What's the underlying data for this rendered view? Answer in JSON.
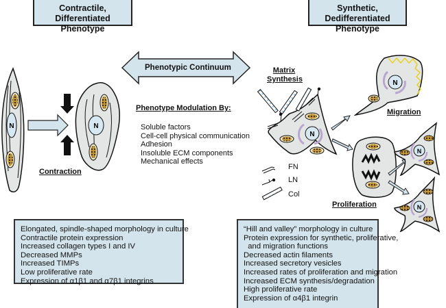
{
  "headers": {
    "left": {
      "line1": "Contractile, Differentiated",
      "line2": "Phenotype"
    },
    "right": {
      "line1": "Synthetic, Dedifferentiated",
      "line2": "Phenotype"
    }
  },
  "continuum_arrow": {
    "label": "Phenotypic Continuum"
  },
  "modulation": {
    "title": "Phenotype Modulation By:",
    "items": [
      "Soluble factors",
      "Cell-cell physical communication",
      "Adhesion",
      "Insoluble ECM components",
      "Mechanical effects"
    ]
  },
  "process_labels": {
    "contraction": "Contraction",
    "matrix_synthesis_line1": "Matrix",
    "matrix_synthesis_line2": "Synthesis",
    "migration": "Migration",
    "proliferation": "Proliferation"
  },
  "legend": [
    {
      "icon": "fibronectin-icon",
      "label": "FN"
    },
    {
      "icon": "laminin-icon",
      "label": "LN"
    },
    {
      "icon": "collagen-icon",
      "label": "Col"
    }
  ],
  "nucleus_label": "N",
  "contractile_features": [
    "Elongated, spindle-shaped morphology in culture",
    "Contractile protein expression",
    "Increased collagen types I and IV",
    "Decreased MMPs",
    "Increased TIMPs",
    "Low proliferative rate",
    "Expression of α1β1 and α7β1 integrins"
  ],
  "synthetic_features": [
    "“Hill and valley” morphology in culture",
    "Protein expression for synthetic, proliferative,",
    "  and migration functions",
    "Decreased actin filaments",
    "Increased secretory vesicles",
    "Increased rates of proliferation and migration",
    "Increased ECM synthesis/degradation",
    "High proliferative rate",
    "Expression of α4β1 integrin"
  ],
  "colors": {
    "box_fill": "#d3e4ec",
    "cell_fill": "#e4e6e6",
    "nucleus_fill": "#d7e8f2",
    "mitochondria": "#8a6a1e",
    "er_purple": "#b9a6cf",
    "lamellipodia_yellow": "#e6d21e"
  }
}
